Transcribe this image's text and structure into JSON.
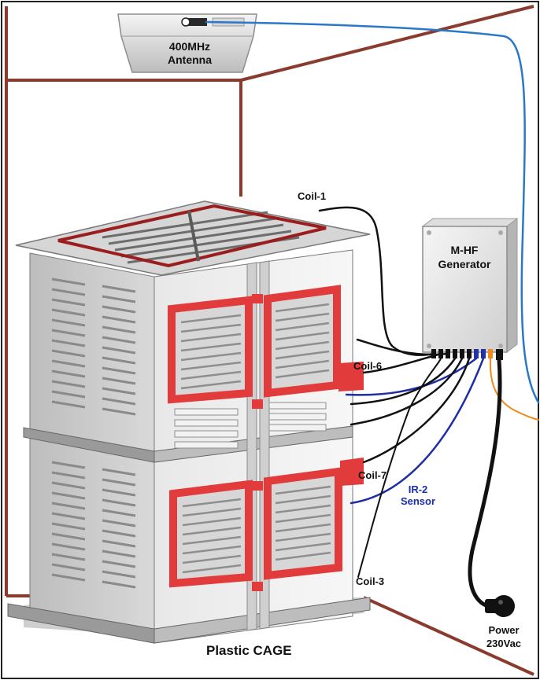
{
  "labels": {
    "antenna_line1": "400MHz",
    "antenna_line2": "Antenna",
    "generator_line1": "M-HF",
    "generator_line2": "Generator",
    "coil1": "Coil-1",
    "coil6": "Coil-6",
    "coil7": "Coil-7",
    "coil3": "Coil-3",
    "sensor_line1": "IR-2",
    "sensor_line2": "Sensor",
    "power_line1": "Power",
    "power_line2": "230Vac",
    "cage": "Plastic CAGE"
  },
  "colors": {
    "room_frame": "#8b3a2e",
    "coil_red": "#e23b3b",
    "cable_blue": "#2a78c8",
    "cable_dark_blue": "#1e2ea8",
    "cable_orange": "#f08a1c",
    "cable_black": "#111111",
    "sensor_text": "#1a2fb0"
  },
  "icons": {
    "antenna": "ceiling-antenna-icon",
    "generator": "generator-box-icon",
    "plug": "power-plug-icon",
    "cage": "animal-cage-icon"
  }
}
